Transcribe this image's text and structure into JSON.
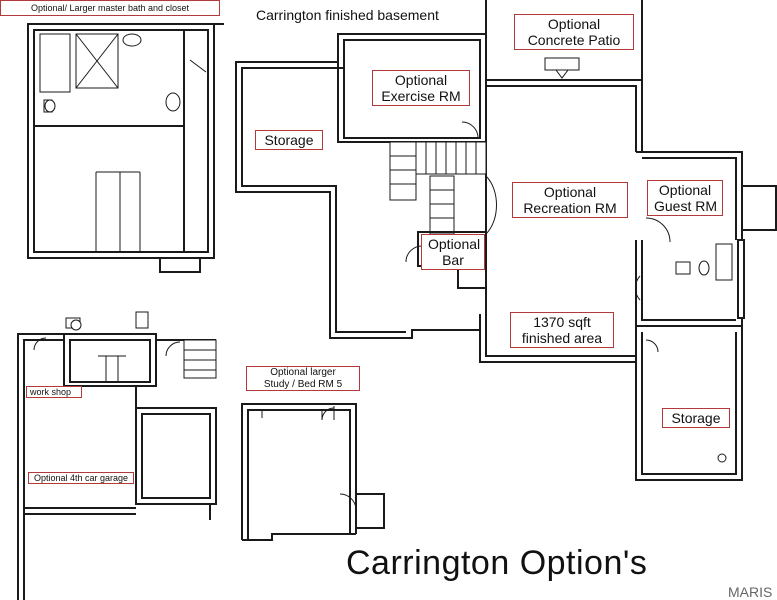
{
  "header_text": "Carrington finished basement",
  "footer_title": "Carrington Option's",
  "watermark": "MARIS",
  "colors": {
    "label_border": "#b23a3a",
    "wall": "#1a1a1a",
    "background": "#ffffff"
  },
  "labels": {
    "master_bath": "Optional/ Larger master bath and closet",
    "concrete_patio": [
      "Optional",
      "Concrete Patio"
    ],
    "exercise": [
      "Optional",
      "Exercise RM"
    ],
    "storage_left": "Storage",
    "recreation": [
      "Optional",
      "Recreation RM"
    ],
    "guest": [
      "Optional",
      "Guest RM"
    ],
    "bar": [
      "Optional",
      "Bar"
    ],
    "sqft": [
      "1370 sqft",
      "finished area"
    ],
    "storage_right": "Storage",
    "workshop": "work shop",
    "garage": "Optional 4th car garage",
    "study": [
      "Optional larger",
      "Study / Bed RM 5"
    ]
  }
}
